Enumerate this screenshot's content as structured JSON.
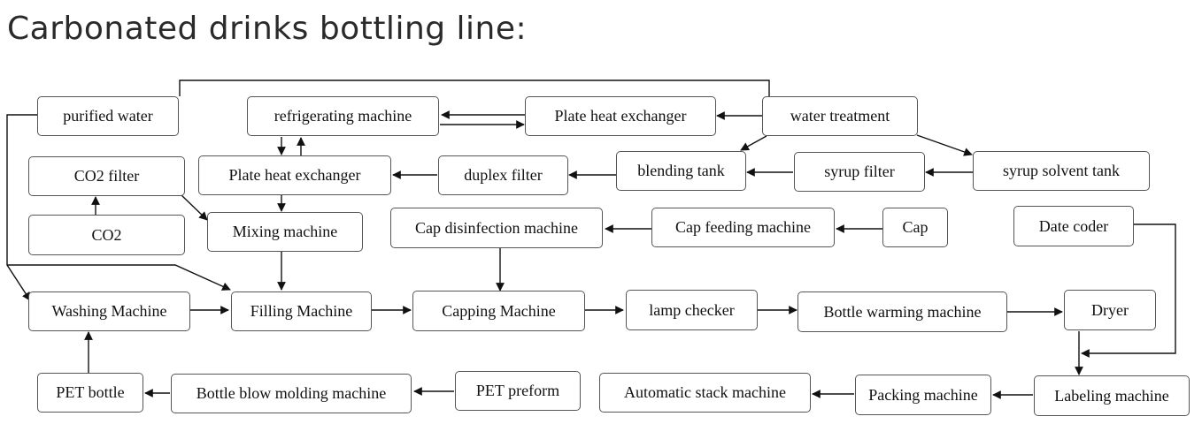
{
  "title": "Carbonated drinks bottling line:",
  "nodes": {
    "purified_water": "purified water",
    "refrigerating_machine": "refrigerating machine",
    "plate_heat_exchanger_1": "Plate heat exchanger",
    "water_treatment": "water treatment",
    "co2_filter": "CO2 filter",
    "plate_heat_exchanger_2": "Plate heat exchanger",
    "duplex_filter": "duplex filter",
    "blending_tank": "blending tank",
    "syrup_filter": "syrup filter",
    "syrup_solvent_tank": "syrup solvent tank",
    "co2": "CO2",
    "mixing_machine": "Mixing machine",
    "cap_disinfection_machine": "Cap disinfection machine",
    "cap_feeding_machine": "Cap feeding machine",
    "cap": "Cap",
    "date_coder": "Date coder",
    "washing_machine": "Washing Machine",
    "filling_machine": "Filling Machine",
    "capping_machine": "Capping Machine",
    "lamp_checker": "lamp checker",
    "bottle_warming_machine": "Bottle warming machine",
    "dryer": "Dryer",
    "pet_bottle": "PET bottle",
    "bottle_blow_molding_machine": "Bottle blow molding machine",
    "pet_preform": "PET preform",
    "automatic_stack_machine": "Automatic stack machine",
    "packing_machine": "Packing machine",
    "labeling_machine": "Labeling machine"
  }
}
